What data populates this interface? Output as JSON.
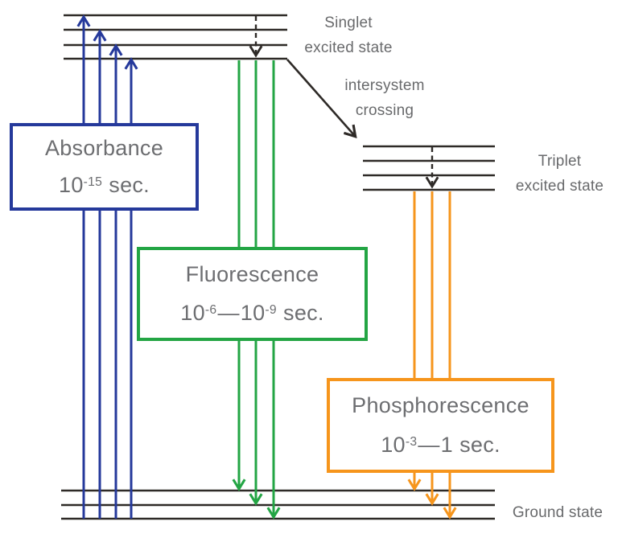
{
  "colors": {
    "absorbance": "#25399b",
    "fluorescence": "#23a544",
    "phosphorescence": "#f6951c",
    "levels": "#2e2a27",
    "text": "#6d6e71"
  },
  "labels": {
    "singlet": {
      "line1": "Singlet",
      "line2": "excited state"
    },
    "intersystem": {
      "line1": "intersystem",
      "line2": "crossing"
    },
    "triplet": {
      "line1": "Triplet",
      "line2": "excited state"
    },
    "ground": "Ground state"
  },
  "boxes": {
    "absorbance": {
      "name": "Absorbance",
      "time": {
        "b1": "10",
        "e1": "-15",
        "unit": "sec."
      }
    },
    "fluorescence": {
      "name": "Fluorescence",
      "time": {
        "b1": "10",
        "e1": "-6",
        "dash": "—",
        "b2": "10",
        "e2": "-9",
        "unit": "sec."
      }
    },
    "phosphorescence": {
      "name": "Phosphorescence",
      "time": {
        "b1": "10",
        "e1": "-3",
        "dash": "—",
        "b2": "1",
        "unit": "sec."
      }
    }
  }
}
